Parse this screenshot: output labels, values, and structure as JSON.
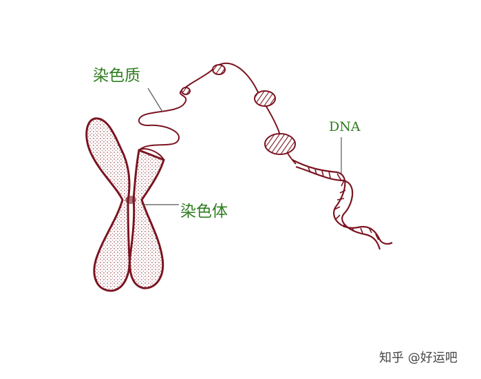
{
  "labels": {
    "chromatin": "染色质",
    "chromosome": "染色体",
    "dna": "DNA"
  },
  "watermark": "知乎 @好运吧",
  "colors": {
    "structure": "#7a1420",
    "label": "#2e7d1f",
    "leader_line": "#555555"
  }
}
